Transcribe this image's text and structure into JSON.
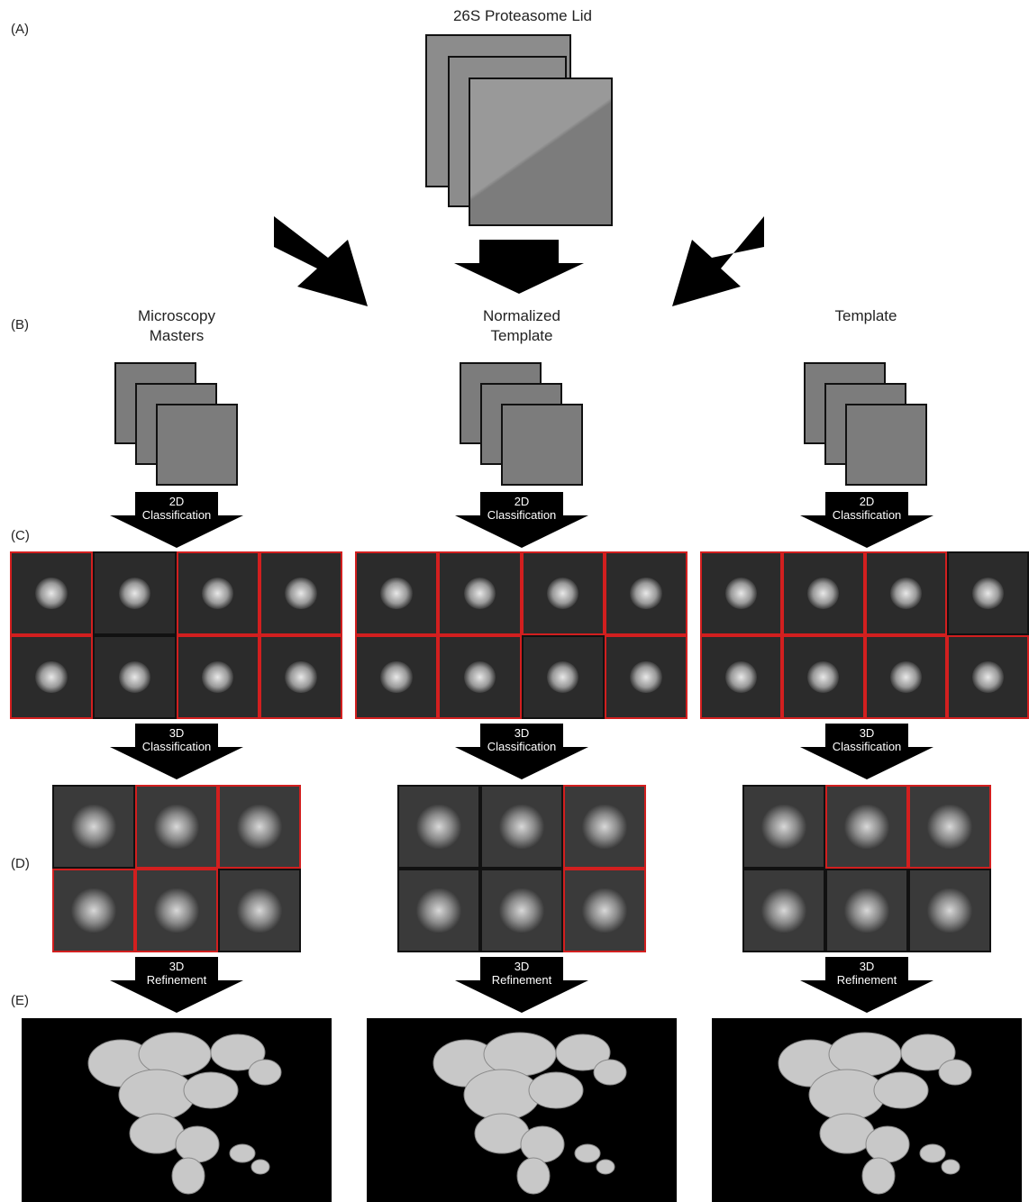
{
  "figure": {
    "title": "26S Proteasome Lid",
    "panel_labels": {
      "A": "(A)",
      "B": "(B)",
      "C": "(C)",
      "D": "(D)",
      "E": "(E)"
    },
    "columns": [
      {
        "title_line1": "Microscopy",
        "title_line2": "Masters"
      },
      {
        "title_line1": "Normalized",
        "title_line2": "Template"
      },
      {
        "title_line1": "",
        "title_line2": "Template"
      }
    ],
    "step_labels": {
      "classification2d_line1": "2D",
      "classification2d_line2": "Classification",
      "classification3d_line1": "3D",
      "classification3d_line2": "Classification",
      "refinement_line1": "3D",
      "refinement_line2": "Refinement"
    },
    "selection_color": "#d21f1f",
    "class2d_selected": [
      [
        true,
        false,
        true,
        true,
        true,
        false,
        true,
        true
      ],
      [
        true,
        true,
        true,
        true,
        true,
        true,
        false,
        true
      ],
      [
        true,
        true,
        true,
        false,
        true,
        true,
        true,
        true
      ]
    ],
    "class3d_selected": [
      [
        false,
        true,
        true,
        true,
        true,
        false
      ],
      [
        false,
        false,
        true,
        false,
        false,
        true
      ],
      [
        false,
        true,
        true,
        false,
        false,
        false
      ]
    ]
  }
}
